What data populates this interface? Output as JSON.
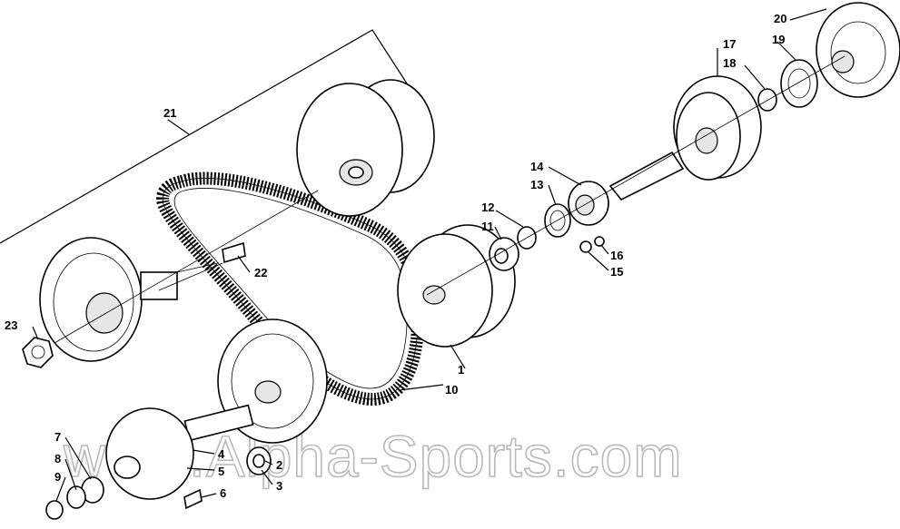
{
  "callouts": [
    {
      "id": "1",
      "text": "1"
    },
    {
      "id": "2",
      "text": "2"
    },
    {
      "id": "3",
      "text": "3"
    },
    {
      "id": "4",
      "text": "4"
    },
    {
      "id": "5",
      "text": "5"
    },
    {
      "id": "6",
      "text": "6"
    },
    {
      "id": "7",
      "text": "7"
    },
    {
      "id": "8",
      "text": "8"
    },
    {
      "id": "9",
      "text": "9"
    },
    {
      "id": "10",
      "text": "10"
    },
    {
      "id": "11",
      "text": "11"
    },
    {
      "id": "12",
      "text": "12"
    },
    {
      "id": "13",
      "text": "13"
    },
    {
      "id": "14",
      "text": "14"
    },
    {
      "id": "15",
      "text": "15"
    },
    {
      "id": "16",
      "text": "16"
    },
    {
      "id": "17",
      "text": "17"
    },
    {
      "id": "18",
      "text": "18"
    },
    {
      "id": "19",
      "text": "19"
    },
    {
      "id": "20",
      "text": "20"
    },
    {
      "id": "21",
      "text": "21"
    },
    {
      "id": "22",
      "text": "22"
    },
    {
      "id": "23",
      "text": "23"
    }
  ],
  "watermark": {
    "text": "www.Alpha-Sports.com"
  }
}
